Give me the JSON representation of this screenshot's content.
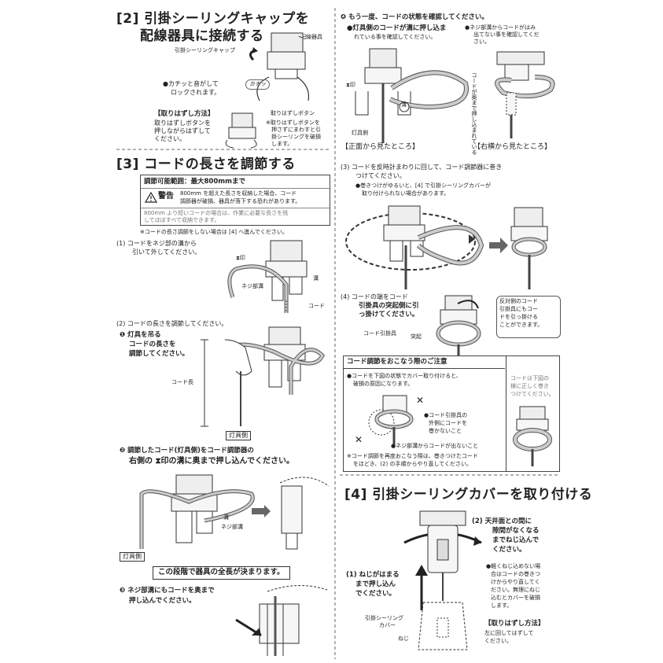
{
  "s2": {
    "title_line1": "[2] 引掛シーリングキャップを",
    "title_line2": "配線器具に接続する",
    "label_fixture": "配線器具",
    "label_cap": "引掛シーリングキャップ",
    "click_sound": "カチッ",
    "note_click": "●カチッと音がして",
    "note_lock": "ロックされます。",
    "removal_title": "【取りはずし方法】",
    "removal_l1": "取りはずしボタンを",
    "removal_l2": "押しながらはずして",
    "removal_l3": "ください。",
    "removal_button": "取りはずしボタン",
    "removal_warn_l1": "※取りはずしボタンを",
    "removal_warn_l2": "押さずにまわすと引",
    "removal_warn_l3": "掛シーリングを破損",
    "removal_warn_l4": "します。"
  },
  "s3": {
    "title": "[3] コードの長さを調節する",
    "range": "調節可能範囲：最大800mmまで",
    "warning_label": "警告",
    "warning_l1": "800mm を超えた長さを収納した場合、コード",
    "warning_l2": "調節器が破損、器具が落下する恐れがあります。",
    "note_l1": "800mm より短いコードの場合は、作業に必要な長さを残",
    "note_l2": "してほぼすべて収納できます。",
    "skip_note": "※コードの長さ調節をしない場合は [4] へ進んでください。",
    "step1_l1": "(1) コードをネジ部の溝から",
    "step1_l2": "引いて外してください。",
    "mark": "印",
    "groove": "溝",
    "screw_groove": "ネジ部溝",
    "cord": "コード",
    "step2": "(2) コードの長さを調節してください。",
    "s2a_l1": "❶ 灯具を吊る",
    "s2a_l2": "コードの長さを",
    "s2a_l3": "調節してください。",
    "cord_length": "コード長",
    "lamp_side": "灯具側",
    "s2b_l1": "❷ 調節したコード(灯具側)をコード調節器の",
    "s2b_l2": "右側の ⧗印の溝に奥まで押し込んでください。",
    "groove2": "溝",
    "screw_groove2": "ネジ部溝",
    "lamp_side2": "灯具側",
    "total_length": "この段階で器具の全長が決まります。",
    "s2c_l1": "❸ ネジ部溝にもコードを奥まで",
    "s2c_l2": "押し込んでください。"
  },
  "r": {
    "step4_title": "❹ もう一度、コードの状態を確認してください。",
    "r4a_l1": "●灯具側のコードが溝に押し込ま",
    "r4a_l2": "れている事を確認してください。",
    "r4b_l1": "●ネジ部溝からコードがはみ",
    "r4b_l2": "出てない事を確認してくだ",
    "r4b_l3": "さい。",
    "mark": "印",
    "groove": "溝",
    "lamp_side": "灯具側",
    "front_view": "【正面から見たところ】",
    "side_view": "【右横から見たところ】",
    "vertical_text": "コードが奥まで押し込まれている",
    "step3_l1": "(3) コードを反時計まわりに回して、コード調節器に巻き",
    "step3_l2": "つけてください。",
    "step3_n1": "●巻きつけがゆるいと、[4] で引掛シーリングカバーが",
    "step3_n2": "取り付けられない場合があります。",
    "step4b_l1": "(4) コードの端をコード",
    "step4b_l2": "引掛具の突起側に引",
    "step4b_l3": "っ掛けてください。",
    "cord_hook": "コード引掛具",
    "projection": "突起",
    "bubble_l1": "反対側のコード",
    "bubble_l2": "引掛具にもコー",
    "bubble_l3": "ドを引っ掛ける",
    "bubble_l4": "ことができます。",
    "caution_title": "コード調節をおこなう際のご注意",
    "caution_l1": "●コードを下図の状態でカバー取り付けると、",
    "caution_l2": "破損の原因になります。",
    "caution_b1_l1": "●コード引掛具の",
    "caution_b1_l2": "外側にコードを",
    "caution_b1_l3": "巻かないこと",
    "caution_b2": "●ネジ部溝からコードが出ないこと",
    "caution_redo_l1": "※コード調節を再度おこなう際は、巻きつけたコード",
    "caution_redo_l2": "をほどき、(2) の手順からやり直してください。",
    "correct_l1": "コードは下図の",
    "correct_l2": "様に正しく巻き",
    "correct_l3": "つけてください。"
  },
  "s4": {
    "title": "[4] 引掛シーリングカバーを取り付ける",
    "step1_l1": "(1) ねじがはまる",
    "step1_l2": "まで押し込ん",
    "step1_l3": "でください。",
    "step2_l1": "(2) 天井面との間に",
    "step2_l2": "隙間がなくなる",
    "step2_l3": "までねじ込んで",
    "step2_l4": "ください。",
    "note_l1": "●軽くねじ込めない場",
    "note_l2": "合はコードの巻きつ",
    "note_l3": "けからやり直してく",
    "note_l4": "ださい。無理にねじ",
    "note_l5": "込むとカバーを破損",
    "note_l6": "します。",
    "cover_l1": "引掛シーリング",
    "cover_l2": "カバー",
    "screw": "ねじ",
    "removal_title": "【取りはずし方法】",
    "removal_l1": "左に回してはずして",
    "removal_l2": "ください。"
  }
}
